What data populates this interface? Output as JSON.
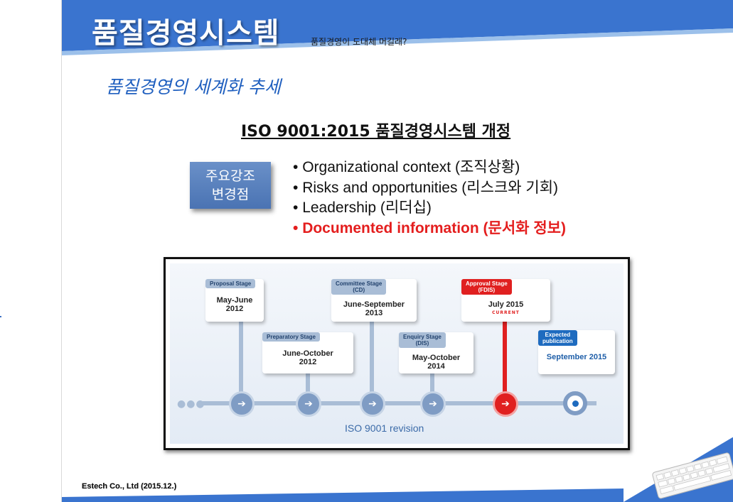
{
  "header": {
    "title": "품질경영시스템",
    "subtitle": "품질경영이 도대체 머길래?"
  },
  "section_title": "품질경영의 세계화 추세",
  "iso_heading": "ISO 9001:2015 품질경영시스템 개정",
  "badge": {
    "line1": "주요강조",
    "line2": "변경점"
  },
  "bullets": [
    "Organizational context (조직상황)",
    "Risks and opportunities (리스크와 기회)",
    "Leadership (리더십)",
    "Documented information (문서화 정보)"
  ],
  "timeline": {
    "stages": [
      {
        "tab": "Proposal Stage",
        "date1": "May-June",
        "date2": "2012"
      },
      {
        "tab": "Preparatory Stage",
        "date1": "June-October",
        "date2": "2012"
      },
      {
        "tab1": "Committee Stage",
        "tab2": "(CD)",
        "date1": "June-September",
        "date2": "2013"
      },
      {
        "tab1": "Enquiry Stage",
        "tab2": "(DIS)",
        "date1": "May-October",
        "date2": "2014"
      },
      {
        "tab1": "Approval Stage",
        "tab2": "(FDIS)",
        "date1": "July 2015",
        "status": "CURRENT"
      },
      {
        "tab1": "Expected",
        "tab2": "publication",
        "date1": "September 2015"
      }
    ],
    "revision_label": "ISO 9001 revision",
    "colors": {
      "accent": "#e02020",
      "track": "#a9bdd6",
      "node": "#7f9cc4",
      "final": "#1e6bbf"
    }
  },
  "footer": "Estech Co., Ltd   (2015.12.)",
  "colors": {
    "header_blue": "#3a74cf",
    "title_text": "#ffffff",
    "section_text": "#1f5fbf",
    "highlight": "#e41e1e"
  }
}
